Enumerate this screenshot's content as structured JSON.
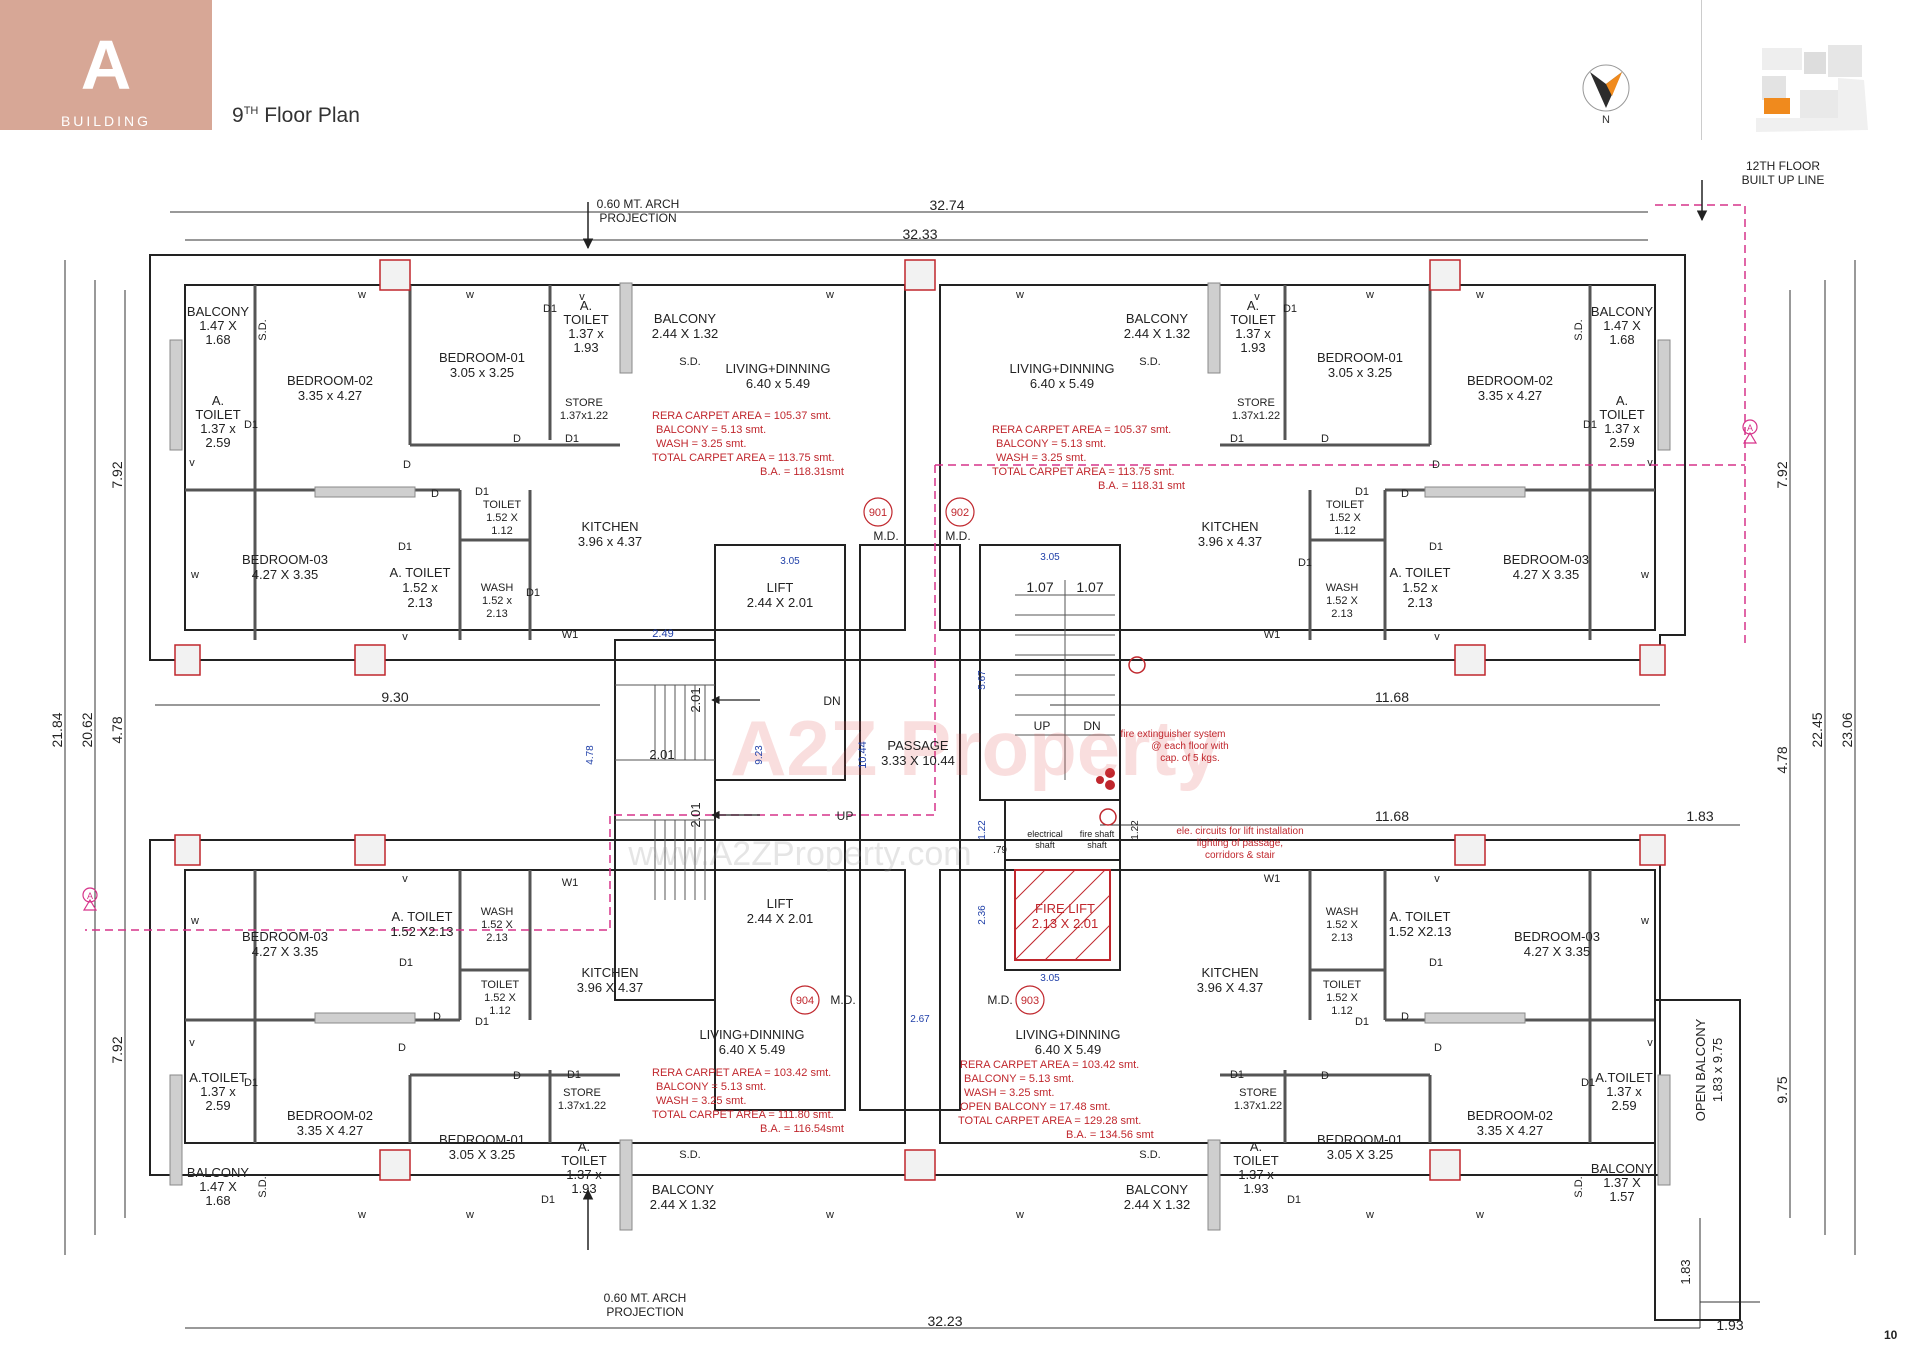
{
  "badge": {
    "letter": "A",
    "sub": "BUILDING"
  },
  "title": {
    "main": "9",
    "sup": "TH",
    "rest": " Floor Plan"
  },
  "compass_label": "N",
  "page_number": "10",
  "colors": {
    "badge": "#d7a796",
    "area_text": "#c0272d",
    "dim_blue": "#1f3fa8",
    "dashed_line": "#d6338a",
    "key_orange": "#f08a1d"
  },
  "watermark": {
    "logo": "A2Z Property",
    "url": "www.A2ZProperty.com"
  },
  "annotations": {
    "arch_top": "0.60 MT. ARCH",
    "arch_top2": "PROJECTION",
    "arch_bottom": "0.60 MT. ARCH",
    "arch_bottom2": "PROJECTION",
    "builtup1": "12TH FLOOR",
    "builtup2": "BUILT UP LINE",
    "fire_ext1": "fire extinguisher system",
    "fire_ext2": "@ each floor with",
    "fire_ext3": "cap. of 5 kgs.",
    "ele1": "ele. circuits for lift installation",
    "ele2": "lighting of passage,",
    "ele3": "corridors & stair"
  },
  "dimensions": {
    "top_outer": "32.74",
    "top_inner": "32.33",
    "bottom": "32.23",
    "left_total": "21.84",
    "left_inner": "20.62",
    "left_mid": "4.78",
    "left_top": "7.92",
    "left_bottom": "7.92",
    "right_total": "23.06",
    "right_inner": "22.45",
    "right_mid": "4.78",
    "right_top": "7.92",
    "right_bottom": "9.75",
    "mid_left": "9.30",
    "mid_right": "11.68",
    "mid_right2": "11.68",
    "mid_right3": "1.83",
    "bottom_small1": "1.83",
    "bottom_small2": "1.93",
    "stair_249": "2.49",
    "stair_201a": "2.01",
    "stair_201b": "2.01",
    "stair_201c": "2.01",
    "stair_923": "9.23",
    "stair_1044": "10.44",
    "stair_478": "4.78",
    "lift_305a": "3.05",
    "lift_305b": "3.05",
    "lift_305c": "3.05",
    "stair_107a": "1.07",
    "stair_107b": "1.07",
    "dim_567": "5.67",
    "dim_122a": "1.22",
    "dim_122b": "1.22",
    "dim_79": ".79",
    "dim_236": "2.36",
    "dim_267": "2.67"
  },
  "units": {
    "u901": {
      "label": "901",
      "rera": "RERA CARPET AREA   =  105.37 smt.",
      "balcony": "BALCONY               =    5.13 smt.",
      "wash": "WASH                     =    3.25 smt.",
      "total": "TOTAL CARPET AREA  = 113.75 smt.",
      "ba": "B.A. = 118.31smt"
    },
    "u902": {
      "label": "902",
      "rera": "RERA CARPET AREA   =  105.37 smt.",
      "balcony": "BALCONY               =    5.13 smt.",
      "wash": "WASH                     =    3.25 smt.",
      "total": "TOTAL CARPET AREA  = 113.75 smt.",
      "ba": "B.A. = 118.31 smt"
    },
    "u903": {
      "label": "903",
      "rera": "RERA CARPET AREA  =  103.42 smt.",
      "balcony": "BALCONY              =    5.13 smt.",
      "wash": "WASH                    =    3.25 smt.",
      "open_balcony": "OPEN BALCONY      =  17.48 smt.",
      "total": "TOTAL CARPET AREA  = 129.28 smt.",
      "ba": "B.A. = 134.56 smt"
    },
    "u904": {
      "label": "904",
      "rera": "RERA CARPET AREA   =  103.42 smt.",
      "balcony": "BALCONY               =    5.13 smt.",
      "wash": "WASH                     =    3.25 smt.",
      "total": "TOTAL CARPET AREA  = 111.80 smt.",
      "ba": "B.A. = 116.54smt"
    }
  },
  "rooms": {
    "r901": {
      "balcony_a": [
        "BALCONY",
        "1.47 X",
        "1.68"
      ],
      "toilet_a": [
        "A.",
        "TOILET",
        "1.37 x",
        "2.59"
      ],
      "bed2": [
        "BEDROOM-02",
        "3.35 x 4.27"
      ],
      "bed1": [
        "BEDROOM-01",
        "3.05 x 3.25"
      ],
      "toilet_b": [
        "A.",
        "TOILET",
        "1.37 x",
        "1.93"
      ],
      "store": [
        "STORE",
        "1.37x1.22"
      ],
      "balcony_b": [
        "BALCONY",
        "2.44 X 1.32"
      ],
      "living": [
        "LIVING+DINNING",
        "6.40 x 5.49"
      ],
      "bed3": [
        "BEDROOM-03",
        "4.27 X 3.35"
      ],
      "toilet_c": [
        "TOILET",
        "1.52 X",
        "1.12"
      ],
      "toilet_d": [
        "A. TOILET",
        "1.52 x",
        "2.13"
      ],
      "wash": [
        "WASH",
        "1.52 x",
        "2.13"
      ],
      "kitchen": [
        "KITCHEN",
        "3.96 x 4.37"
      ]
    },
    "r902": {
      "balcony_b": [
        "BALCONY",
        "2.44 X 1.32"
      ],
      "toilet_b": [
        "A.",
        "TOILET",
        "1.37 x",
        "1.93"
      ],
      "store": [
        "STORE",
        "1.37x1.22"
      ],
      "bed1": [
        "BEDROOM-01",
        "3.05 x 3.25"
      ],
      "bed2": [
        "BEDROOM-02",
        "3.35 x 4.27"
      ],
      "balcony_a": [
        "BALCONY",
        "1.47 X",
        "1.68"
      ],
      "toilet_a": [
        "A.",
        "TOILET",
        "1.37 x",
        "2.59"
      ],
      "living": [
        "LIVING+DINNING",
        "6.40 x 5.49"
      ],
      "kitchen": [
        "KITCHEN",
        "3.96 x 4.37"
      ],
      "toilet_c": [
        "TOILET",
        "1.52 X",
        "1.12"
      ],
      "wash": [
        "WASH",
        "1.52 X",
        "2.13"
      ],
      "toilet_d": [
        "A. TOILET",
        "1.52 x",
        "2.13"
      ],
      "bed3": [
        "BEDROOM-03",
        "4.27 X 3.35"
      ]
    },
    "r904": {
      "bed3": [
        "BEDROOM-03",
        "4.27 X 3.35"
      ],
      "toilet_d": [
        "A. TOILET",
        "1.52 X2.13"
      ],
      "wash": [
        "WASH",
        "1.52 X",
        "2.13"
      ],
      "kitchen": [
        "KITCHEN",
        "3.96 X 4.37"
      ],
      "toilet_c": [
        "TOILET",
        "1.52 X",
        "1.12"
      ],
      "living": [
        "LIVING+DINNING",
        "6.40 X 5.49"
      ],
      "toilet_a": [
        "A.TOILET",
        "1.37 x",
        "2.59"
      ],
      "bed2": [
        "BEDROOM-02",
        "3.35 X 4.27"
      ],
      "bed1": [
        "BEDROOM-01",
        "3.05 X 3.25"
      ],
      "store": [
        "STORE",
        "1.37x1.22"
      ],
      "toilet_b": [
        "A.",
        "TOILET",
        "1.37 x",
        "1.93"
      ],
      "balcony_a": [
        "BALCONY",
        "1.47 X",
        "1.68"
      ],
      "balcony_b": [
        "BALCONY",
        "2.44 X 1.32"
      ]
    },
    "r903": {
      "wash": [
        "WASH",
        "1.52 X",
        "2.13"
      ],
      "toilet_d": [
        "A. TOILET",
        "1.52 X2.13"
      ],
      "bed3": [
        "BEDROOM-03",
        "4.27 X 3.35"
      ],
      "kitchen": [
        "KITCHEN",
        "3.96 X 4.37"
      ],
      "toilet_c": [
        "TOILET",
        "1.52 X",
        "1.12"
      ],
      "living": [
        "LIVING+DINNING",
        "6.40 X 5.49"
      ],
      "store": [
        "STORE",
        "1.37x1.22"
      ],
      "bed1": [
        "BEDROOM-01",
        "3.05 X 3.25"
      ],
      "bed2": [
        "BEDROOM-02",
        "3.35 X 4.27"
      ],
      "toilet_a": [
        "A.TOILET",
        "1.37 x",
        "2.59"
      ],
      "toilet_b": [
        "A.",
        "TOILET",
        "1.37 x",
        "1.93"
      ],
      "balcony_b": [
        "BALCONY",
        "2.44 X 1.32"
      ],
      "balcony_a": [
        "BALCONY",
        "1.37 X",
        "1.57"
      ],
      "open_balcony": [
        "OPEN BALCONY",
        "1.83 x 9.75"
      ]
    },
    "core": {
      "lift1": [
        "LIFT",
        "2.44 X 2.01"
      ],
      "lift2": [
        "LIFT",
        "2.44 X 2.01"
      ],
      "passage": [
        "PASSAGE",
        "3.33 X 10.44"
      ],
      "fire_lift": [
        "FIRE LIFT",
        "2.13 X 2.01"
      ],
      "electrical": [
        "electrical",
        "shaft"
      ],
      "fire_shaft": [
        "fire shaft",
        "shaft"
      ]
    }
  },
  "marks": {
    "md": "M.D.",
    "up": "UP",
    "dn": "DN",
    "w": "w",
    "w1": "W1",
    "d": "D",
    "d1": "D1",
    "sd": "S.D.",
    "v": "v",
    "section": "A"
  }
}
